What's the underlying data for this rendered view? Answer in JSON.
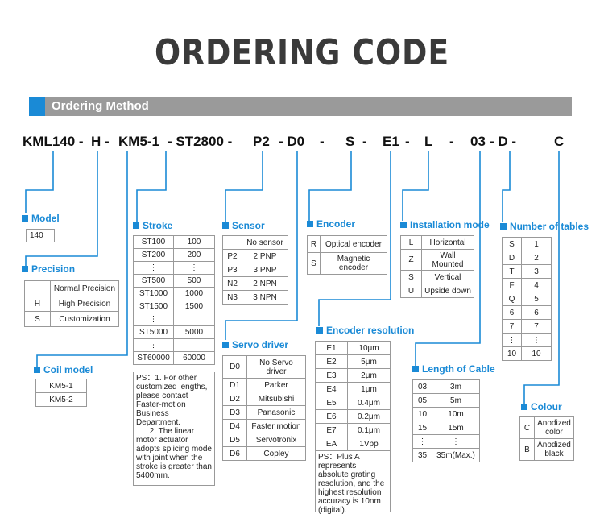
{
  "page_title": "ORDERING CODE",
  "banner_title": "Ordering Method",
  "code_segments": [
    "KML140 -",
    "H -",
    "KM5-1",
    "- ST2800 -",
    "P2",
    "- D0",
    "-",
    "S",
    "-",
    "E1",
    "-",
    "L",
    "-",
    "03",
    "- D -",
    "C"
  ],
  "model": {
    "title": "Model",
    "value": "140"
  },
  "precision": {
    "title": "Precision",
    "rows": [
      [
        "",
        "Normal Precision"
      ],
      [
        "H",
        "High Precision"
      ],
      [
        "S",
        "Customization"
      ]
    ]
  },
  "coil_model": {
    "title": "Coil model",
    "rows": [
      "KM5-1",
      "KM5-2"
    ]
  },
  "stroke": {
    "title": "Stroke",
    "rows": [
      [
        "ST100",
        "100"
      ],
      [
        "ST200",
        "200"
      ],
      [
        "⋮",
        "⋮"
      ],
      [
        "ST500",
        "500"
      ],
      [
        "ST1000",
        "1000"
      ],
      [
        "ST1500",
        "1500"
      ],
      [
        "⋮",
        ""
      ],
      [
        "ST5000",
        "5000"
      ],
      [
        "⋮",
        ""
      ],
      [
        "ST60000",
        "60000"
      ]
    ],
    "note": "PS：1. For other customized lengths, please contact Faster-motion Business Department.\n      2. The linear motor actuator adopts splicing mode with joint when the stroke is greater than 5400mm."
  },
  "sensor": {
    "title": "Sensor",
    "rows": [
      [
        "",
        "No sensor"
      ],
      [
        "P2",
        "2 PNP"
      ],
      [
        "P3",
        "3 PNP"
      ],
      [
        "N2",
        "2 NPN"
      ],
      [
        "N3",
        "3 NPN"
      ]
    ]
  },
  "servo_driver": {
    "title": "Servo driver",
    "rows": [
      [
        "D0",
        "No Servo driver"
      ],
      [
        "D1",
        "Parker"
      ],
      [
        "D2",
        "Mitsubishi"
      ],
      [
        "D3",
        "Panasonic"
      ],
      [
        "D4",
        "Faster motion"
      ],
      [
        "D5",
        "Servotronix"
      ],
      [
        "D6",
        "Copley"
      ]
    ]
  },
  "encoder": {
    "title": "Encoder",
    "rows": [
      [
        "R",
        "Optical encoder"
      ],
      [
        "S",
        "Magnetic encoder"
      ]
    ]
  },
  "encoder_resolution": {
    "title": "Encoder resolution",
    "rows": [
      [
        "E1",
        "10μm"
      ],
      [
        "E2",
        "5μm"
      ],
      [
        "E3",
        "2μm"
      ],
      [
        "E4",
        "1μm"
      ],
      [
        "E5",
        "0.4μm"
      ],
      [
        "E6",
        "0.2μm"
      ],
      [
        "E7",
        "0.1μm"
      ],
      [
        "EA",
        "1Vpp"
      ]
    ],
    "note": "PS：Plus A represents absolute grating resolution, and the highest resolution accuracy is 10nm (digital)."
  },
  "installation_mode": {
    "title": "Installation mode",
    "rows": [
      [
        "L",
        "Horizontal"
      ],
      [
        "Z",
        "Wall Mounted"
      ],
      [
        "S",
        "Vertical"
      ],
      [
        "U",
        "Upside down"
      ]
    ]
  },
  "length_of_cable": {
    "title": "Length of Cable",
    "rows": [
      [
        "03",
        "3m"
      ],
      [
        "05",
        "5m"
      ],
      [
        "10",
        "10m"
      ],
      [
        "15",
        "15m"
      ],
      [
        "⋮",
        "⋮"
      ],
      [
        "35",
        "35m(Max.)"
      ]
    ]
  },
  "number_of_tables": {
    "title": "Number of tables",
    "rows": [
      [
        "S",
        "1"
      ],
      [
        "D",
        "2"
      ],
      [
        "T",
        "3"
      ],
      [
        "F",
        "4"
      ],
      [
        "Q",
        "5"
      ],
      [
        "6",
        "6"
      ],
      [
        "7",
        "7"
      ],
      [
        "⋮",
        "⋮"
      ],
      [
        "10",
        "10"
      ]
    ]
  },
  "colour": {
    "title": "Colour",
    "rows": [
      [
        "C",
        "Anodized color"
      ],
      [
        "B",
        "Anodized black"
      ]
    ]
  },
  "colors": {
    "accent": "#1a8ad6",
    "banner": "#9a9a9a",
    "border": "#999999"
  }
}
